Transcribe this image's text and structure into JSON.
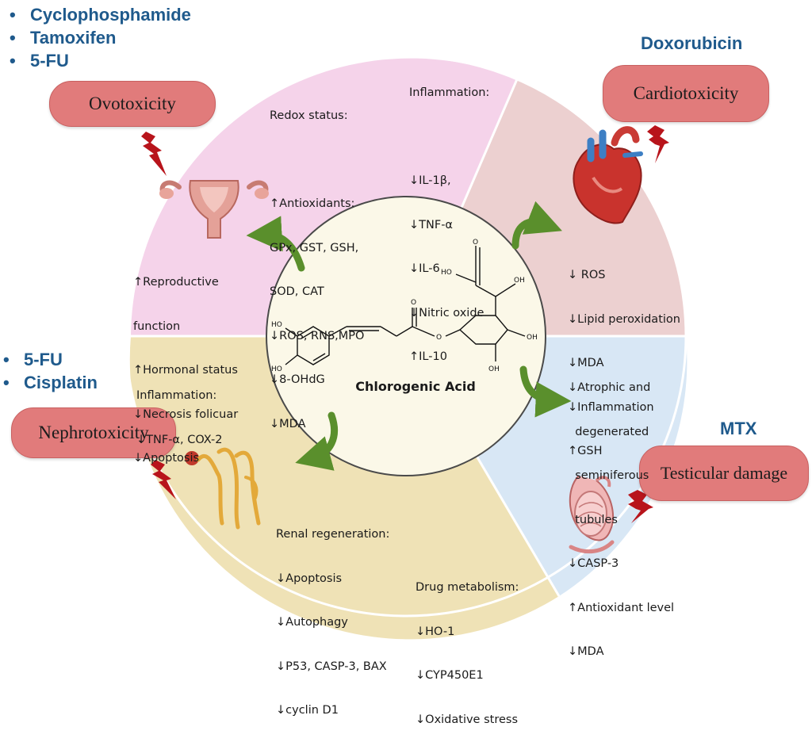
{
  "drug_groups": {
    "ovarian": [
      "Cyclophosphamide",
      "Tamoxifen",
      "5-FU"
    ],
    "cardiac": [
      "Doxorubicin"
    ],
    "renal": [
      "5-FU",
      "Cisplatin"
    ],
    "testicular": [
      "MTX"
    ]
  },
  "toxicities": {
    "ovotoxicity": "Ovotoxicity",
    "cardiotoxicity": "Cardiotoxicity",
    "nephrotoxicity": "Nephrotoxicity",
    "testicular": "Testicular damage"
  },
  "center": {
    "title": "Chlorogenic Acid"
  },
  "molecule_labels": {
    "ho": "HO",
    "oh": "OH",
    "o": "O"
  },
  "effects": {
    "redox": {
      "title": "Redox status:",
      "lines": [
        "↑Antioxidants:",
        "GPx, GST, GSH,",
        "SOD, CAT",
        "↓ROS, RNS,MPO",
        "↓8-OHdG",
        "↓MDA"
      ]
    },
    "inflammation_top": {
      "title": "Inflammation:",
      "lines": [
        "↓IL-1β,",
        "↓TNF-α",
        "↓IL-6",
        "↓Nitric oxide",
        "↑IL-10"
      ]
    },
    "reproductive": {
      "lines": [
        "↑Reproductive",
        "function",
        "↑Hormonal status",
        "↓Necrosis folicuar",
        "↓Apoptosis"
      ]
    },
    "cardiac": {
      "lines": [
        "↓ ROS",
        "↓Lipid peroxidation",
        "↓MDA",
        "↓Inflammation",
        "↑GSH"
      ]
    },
    "testicular": {
      "lines": [
        "↓Atrophic and",
        "  degenerated",
        "  seminiferous",
        "  tubules",
        "↓CASP-3",
        "↑Antioxidant level",
        "↓MDA"
      ]
    },
    "renal_inflammation": {
      "title": "Inflammation:",
      "lines": [
        "↓TNF-α, COX-2"
      ]
    },
    "renal_regeneration": {
      "title": "Renal regeneration:",
      "lines": [
        "↓Apoptosis",
        "↓Autophagy",
        "↓P53, CASP-3, BAX",
        "↓cyclin D1"
      ]
    },
    "drug_metabolism": {
      "title": "Drug metabolism:",
      "lines": [
        "↓HO-1",
        "↓CYP450E1",
        "↓Oxidative stress"
      ]
    }
  },
  "colors": {
    "ovary_sector": "#f5d3ea",
    "cardiac_sector": "#ecd0d0",
    "testis_sector": "#d8e7f5",
    "kidney_sector": "#efe2b6",
    "center": "#fbf8e8",
    "pill": "#e17b7b",
    "drug_text": "#1f5a8c",
    "arrow": "#5a8f2c",
    "bolt": "#b8141b"
  },
  "icons": [
    "uterus-icon",
    "heart-icon",
    "kidney-icon",
    "testis-icon",
    "lightning-bolt-icon",
    "curved-arrow-icon",
    "chemical-structure-icon"
  ]
}
